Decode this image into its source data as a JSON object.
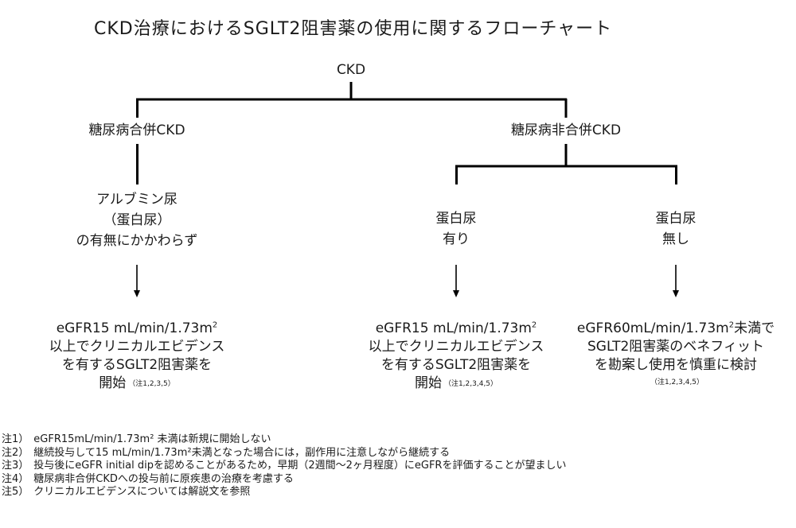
{
  "title": "CKD治療におけるSGLT2阻害薬の使用に関するフローチャート",
  "root": {
    "label": "CKD"
  },
  "branches": [
    {
      "label": "糖尿病合併CKD"
    },
    {
      "label": "糖尿病非合併CKD"
    }
  ],
  "conditions": [
    {
      "lines": [
        "アルブミン尿",
        "（蛋白尿）",
        "の有無にかかわらず"
      ]
    },
    {
      "lines": [
        "蛋白尿",
        "有り"
      ]
    },
    {
      "lines": [
        "蛋白尿",
        "無し"
      ]
    }
  ],
  "outcomes": [
    {
      "line1_main": "eGFR15 mL/min/1.73m",
      "line1_sup": "2",
      "line1_tail": "",
      "line2": "以上でクリニカルエビデンス",
      "line3": "を有するSGLT2阻害薬を",
      "line4": "開始",
      "ref": "（注1,2,3,5）"
    },
    {
      "line1_main": "eGFR15 mL/min/1.73m",
      "line1_sup": "2",
      "line1_tail": "",
      "line2": "以上でクリニカルエビデンス",
      "line3": "を有するSGLT2阻害薬を",
      "line4": "開始",
      "ref": "（注1,2,3,4,5）"
    },
    {
      "line1_main": "eGFR60mL/min/1.73m",
      "line1_sup": "2",
      "line1_tail": "未満で",
      "line2": "SGLT2阻害薬のベネフィット",
      "line3": "を勘案し使用を慎重に検討",
      "line4": "",
      "ref": "（注1,2,3,4,5）"
    }
  ],
  "notes": [
    {
      "label": "注1）",
      "text": "eGFR15mL/min/1.73m² 未満は新規に開始しない"
    },
    {
      "label": "注2）",
      "text": "継続投与して15 mL/min/1.73m²未満となった場合には，副作用に注意しながら継続する"
    },
    {
      "label": "注3）",
      "text": "投与後にeGFR initial dipを認めることがあるため，早期（2週間〜2ヶ月程度）にeGFRを評価することが望ましい"
    },
    {
      "label": "注4）",
      "text": "糖尿病非合併CKDへの投与前に原疾患の治療を考慮する"
    },
    {
      "label": "注5）",
      "text": "クリニカルエビデンスについては解説文を参照"
    }
  ],
  "colors": {
    "line": "#000000",
    "text": "#1a1a1a"
  }
}
